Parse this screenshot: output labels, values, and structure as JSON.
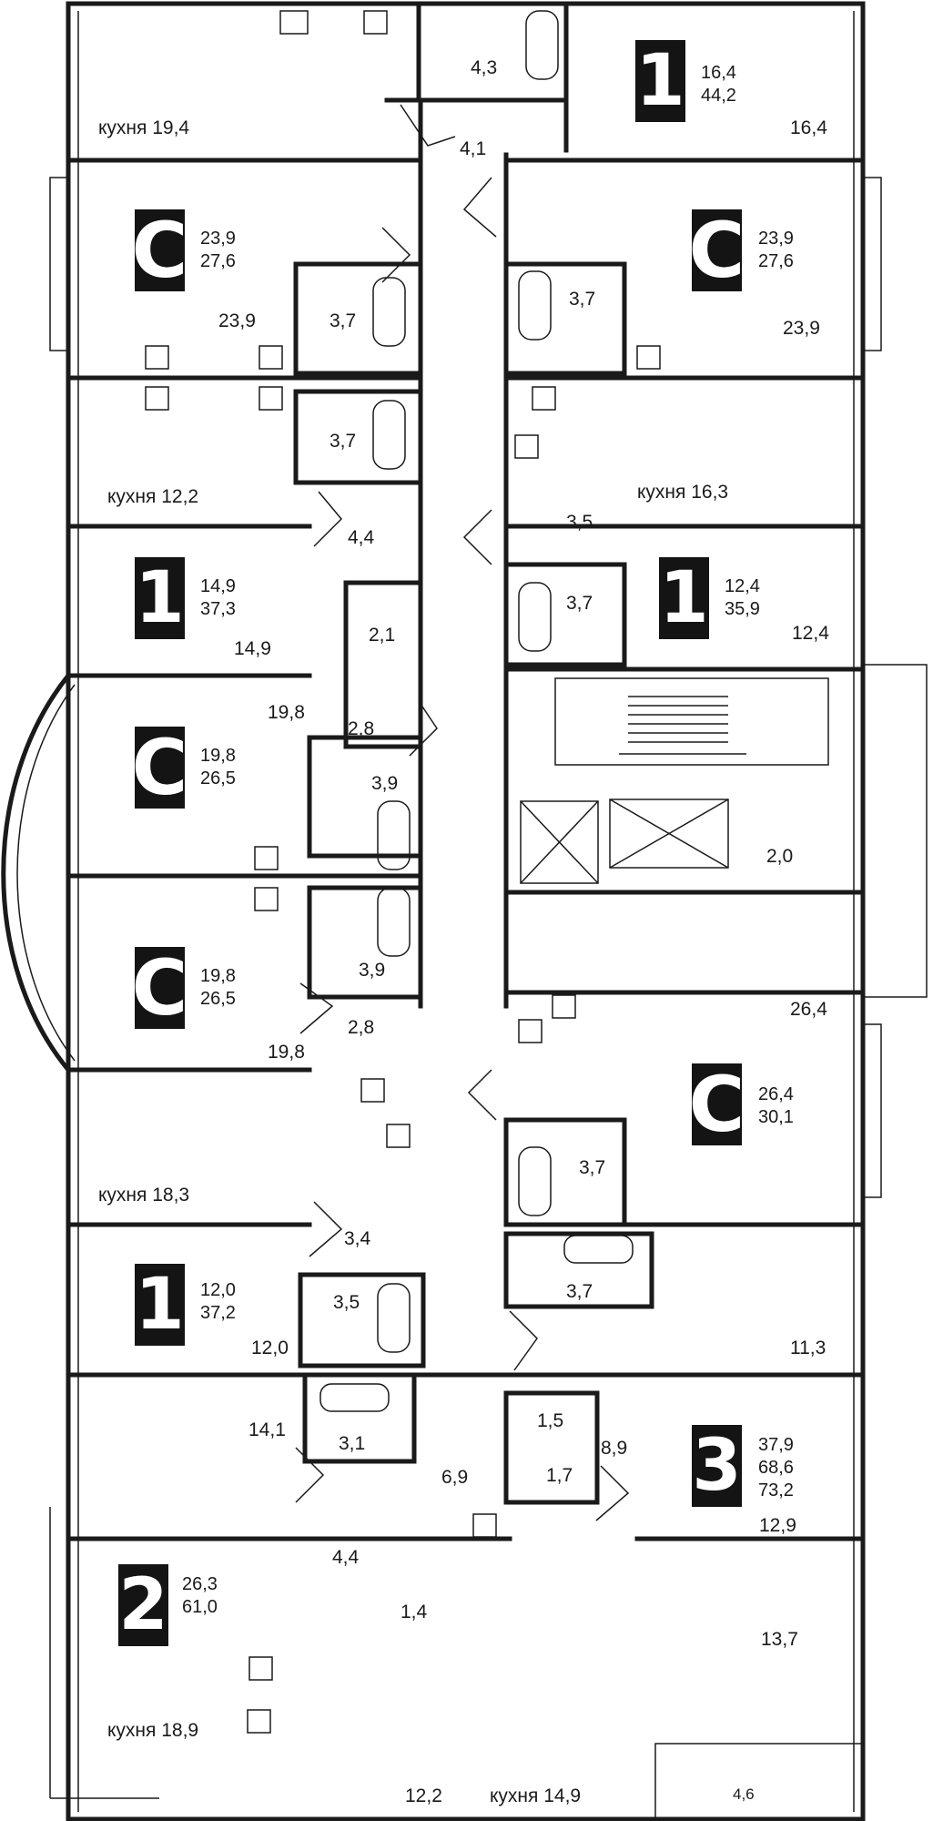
{
  "apartments": [
    {
      "type": "1",
      "areas": [
        "16,4",
        "44,2"
      ]
    },
    {
      "type": "C",
      "areas": [
        "23,9",
        "27,6"
      ]
    },
    {
      "type": "C",
      "areas": [
        "23,9",
        "27,6"
      ]
    },
    {
      "type": "1",
      "areas": [
        "14,9",
        "37,3"
      ]
    },
    {
      "type": "1",
      "areas": [
        "12,4",
        "35,9"
      ]
    },
    {
      "type": "C",
      "areas": [
        "19,8",
        "26,5"
      ]
    },
    {
      "type": "C",
      "areas": [
        "19,8",
        "26,5"
      ]
    },
    {
      "type": "C",
      "areas": [
        "26,4",
        "30,1"
      ]
    },
    {
      "type": "1",
      "areas": [
        "12,0",
        "37,2"
      ]
    },
    {
      "type": "3",
      "areas": [
        "37,9",
        "68,6",
        "73,2"
      ]
    },
    {
      "type": "2",
      "areas": [
        "26,3",
        "61,0"
      ]
    }
  ],
  "room_labels": [
    "4,3",
    "кухня 19,4",
    "16,4",
    "4,1",
    "23,9",
    "3,7",
    "3,7",
    "23,9",
    "3,7",
    "кухня 12,2",
    "кухня 16,3",
    "3,5",
    "4,4",
    "3,7",
    "14,9",
    "2,1",
    "12,4",
    "19,8",
    "2,8",
    "3,9",
    "2,0",
    "3,9",
    "2,8",
    "19,8",
    "26,4",
    "кухня 18,3",
    "3,7",
    "3,4",
    "3,7",
    "3,5",
    "12,0",
    "11,3",
    "14,1",
    "3,1",
    "6,9",
    "1,5",
    "8,9",
    "1,7",
    "12,9",
    "4,4",
    "1,4",
    "13,7",
    "кухня 18,9",
    "12,2",
    "кухня 14,9",
    "4,6"
  ]
}
